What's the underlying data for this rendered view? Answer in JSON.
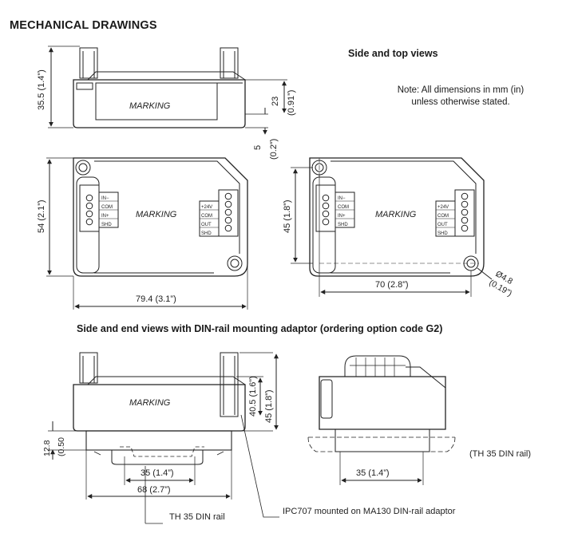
{
  "page_title": "MECHANICAL DRAWINGS",
  "section1_title": "Side and top views",
  "note": "Note: All dimensions in mm (in) unless otherwise stated.",
  "section2_title": "Side and end views with DIN-rail mounting adaptor (ordering option code G2)",
  "marking": "MARKING",
  "dims": {
    "side_height": "35.5 (1.4”)",
    "side_body": "23",
    "side_body_in": "(0.91”)",
    "side_foot": "5",
    "side_foot_in": "(0.2”)",
    "top_height": "54 (2.1”)",
    "top_width": "79.4 (3.1”)",
    "top2_height": "45 (1.8”)",
    "top2_width": "70 (2.8”)",
    "hole": "Ø4.8",
    "hole_in": "(0.19”)",
    "din_h1": "40.5 (1.6”)",
    "din_h2": "45 (1.8”)",
    "din_rail_h": "12.8",
    "din_rail_h_in": "(0.50",
    "din_w1": "35 (1.4”)",
    "din_w2": "68 (2.7”)",
    "end_w": "35 (1.4”)"
  },
  "terminals_left": [
    "IN−",
    "COM",
    "IN+",
    "SHD"
  ],
  "terminals_right": [
    "+24V",
    "COM",
    "OUT",
    "SHD"
  ],
  "labels": {
    "th35_right": "(TH 35 DIN rail)",
    "th35_bottom": "TH 35 DIN rail",
    "adaptor": "IPC707 mounted on MA130 DIN-rail adaptor"
  }
}
